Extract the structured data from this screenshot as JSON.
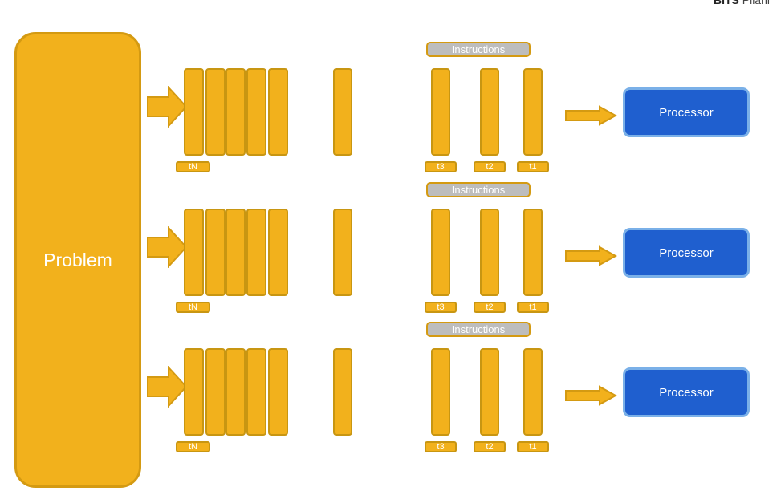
{
  "header": {
    "brand_bold": "BITS",
    "brand_rest": "Pilani"
  },
  "problem": {
    "label": "Problem"
  },
  "rows": [
    {
      "instructions": "Instructions",
      "queue_tag": "tN",
      "tags": [
        "t3",
        "t2",
        "t1"
      ],
      "processor": "Processor"
    },
    {
      "instructions": "Instructions",
      "queue_tag": "tN",
      "tags": [
        "t3",
        "t2",
        "t1"
      ],
      "processor": "Processor"
    },
    {
      "instructions": "Instructions",
      "queue_tag": "tN",
      "tags": [
        "t3",
        "t2",
        "t1"
      ],
      "processor": "Processor"
    }
  ],
  "colors": {
    "task_fill": "#f2b11c",
    "processor_fill": "#1f5fcf",
    "instructions_fill": "#bdbdbd"
  }
}
